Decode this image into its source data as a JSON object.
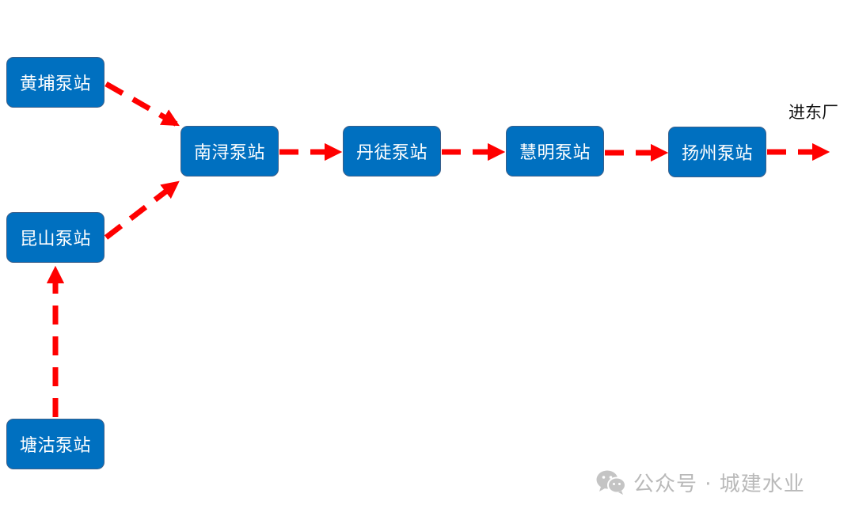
{
  "colors": {
    "node_fill": "#0070c0",
    "arrow": "#ff0000",
    "watermark": "#b9b9b9"
  },
  "nodes": {
    "huangpu": "黄埔泵站",
    "kunshan": "昆山泵站",
    "tanggu": "塘沽泵站",
    "nanxun": "南浔泵站",
    "dantu": "丹徒泵站",
    "huiming": "慧明泵站",
    "yangzhou": "扬州泵站"
  },
  "outlet_label": "进东厂",
  "watermark": {
    "icon": "wechat-icon",
    "text": "公众号 · 城建水业"
  },
  "edges": [
    {
      "from": "塘沽泵站",
      "to": "昆山泵站",
      "style": "dashed"
    },
    {
      "from": "黄埔泵站",
      "to": "南浔泵站",
      "style": "dashed"
    },
    {
      "from": "昆山泵站",
      "to": "南浔泵站",
      "style": "dashed"
    },
    {
      "from": "南浔泵站",
      "to": "丹徒泵站",
      "style": "dashed"
    },
    {
      "from": "丹徒泵站",
      "to": "慧明泵站",
      "style": "dashed"
    },
    {
      "from": "慧明泵站",
      "to": "扬州泵站",
      "style": "dashed"
    },
    {
      "from": "扬州泵站",
      "to": "进东厂",
      "style": "dashed"
    }
  ]
}
